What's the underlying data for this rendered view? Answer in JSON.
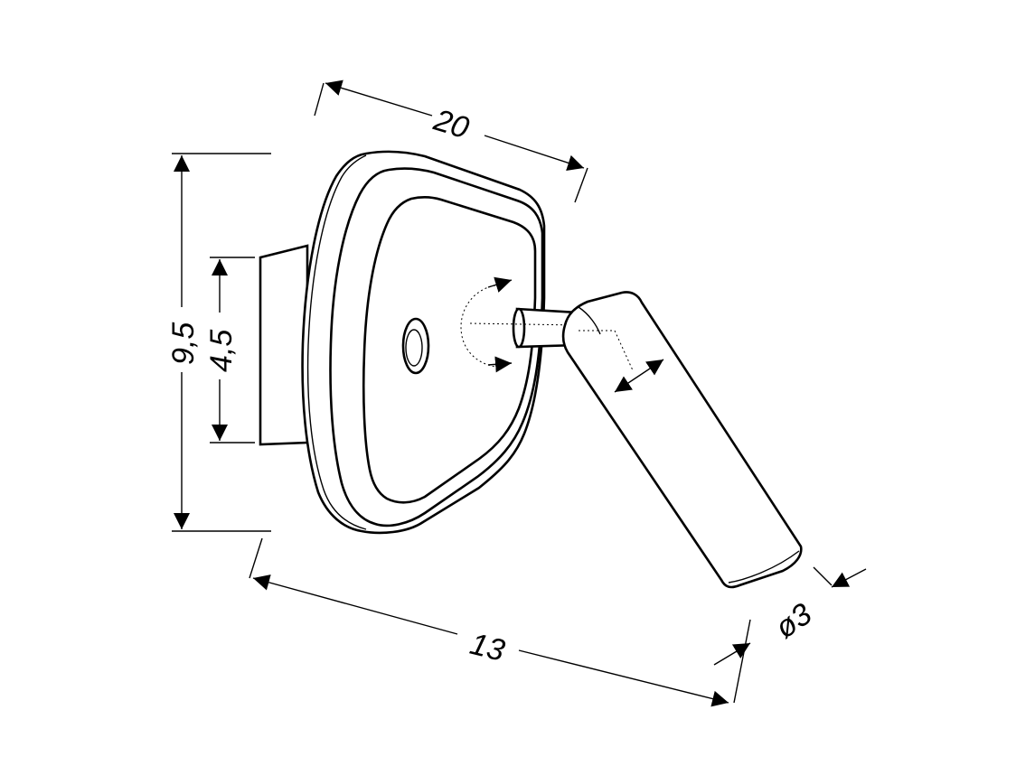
{
  "dimensions": {
    "width_label": "20",
    "height_label": "9,5",
    "mount_height_label": "4,5",
    "depth_label": "13",
    "diameter_label": "ø3"
  },
  "colors": {
    "line": "#000000",
    "background": "#ffffff"
  }
}
